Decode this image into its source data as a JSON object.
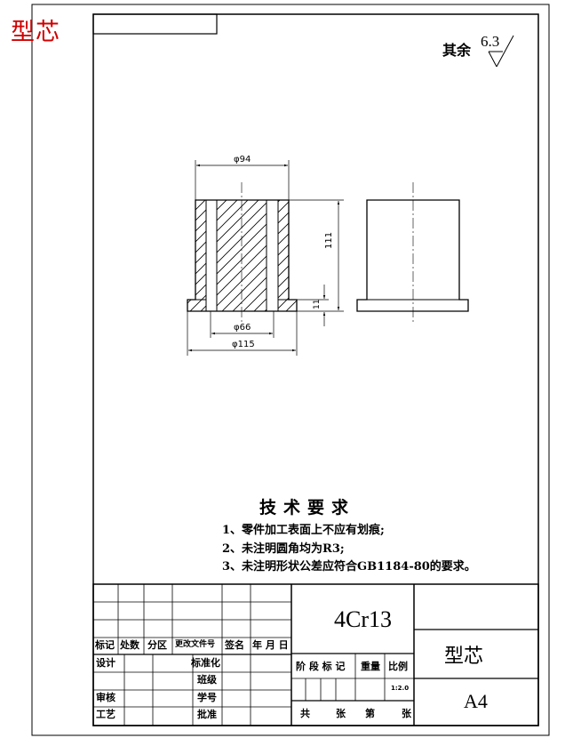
{
  "drawing_title": "型芯",
  "surface_finish": {
    "label": "其余",
    "value": "6.3"
  },
  "dimensions": {
    "top_diameter": "φ94",
    "inner_diameter": "φ66",
    "flange_diameter": "φ115",
    "height": "111",
    "flange_thickness": "11"
  },
  "requirements": {
    "title": "技术要求",
    "items": [
      "1、零件加工表面上不应有划痕;",
      "2、未注明圆角均为R3;",
      "3、未注明形状公差应符合GB1184-80的要求。"
    ]
  },
  "title_block": {
    "material": "4Cr13",
    "part_name": "型芯",
    "sheet_size": "A4",
    "scale": "1:2.0",
    "header": {
      "mark": "标记",
      "count": "处数",
      "zone": "分区",
      "change_doc": "更改文件号",
      "signature": "签名",
      "date": "年 月 日"
    },
    "roles": {
      "design": "设计",
      "review": "审核",
      "process": "工艺"
    },
    "approvals": {
      "standardization": "标准化",
      "class": "班级",
      "student_id": "学号",
      "approve": "批准"
    },
    "stage": {
      "stage_mark": "阶 段 标 记",
      "weight": "重量",
      "ratio": "比例"
    },
    "sheets": {
      "total": "共",
      "sheet_unit": "张",
      "number": "第",
      "sheet_unit2": "张"
    }
  }
}
